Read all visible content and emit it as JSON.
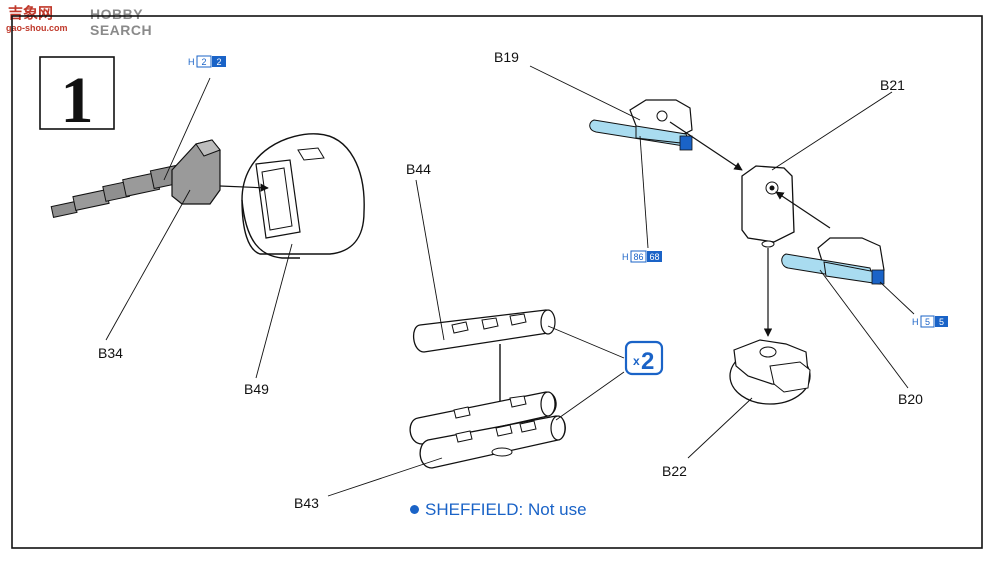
{
  "watermark": {
    "logo": "吉象网",
    "brand": "HOBBY SEARCH",
    "site": "gao-shou.com"
  },
  "step": {
    "number": "1"
  },
  "parts": {
    "b19": "B19",
    "b20": "B20",
    "b21": "B21",
    "b22": "B22",
    "b34": "B34",
    "b43": "B43",
    "b44": "B44",
    "b49": "B49"
  },
  "paint_refs": {
    "h2": {
      "prefix": "H",
      "a": "2",
      "b": "2"
    },
    "h86": {
      "prefix": "H",
      "a": "86",
      "b": "68"
    },
    "h5": {
      "prefix": "H",
      "a": "5",
      "b": "5"
    }
  },
  "multiplier": {
    "x": "x",
    "count": "2"
  },
  "note": {
    "text": "SHEFFIELD: Not use"
  },
  "colors": {
    "accent_blue": "#1a63c7",
    "part_grey": "#9a9a9a",
    "light_blue": "#a9dcf0",
    "ink": "#111111"
  }
}
